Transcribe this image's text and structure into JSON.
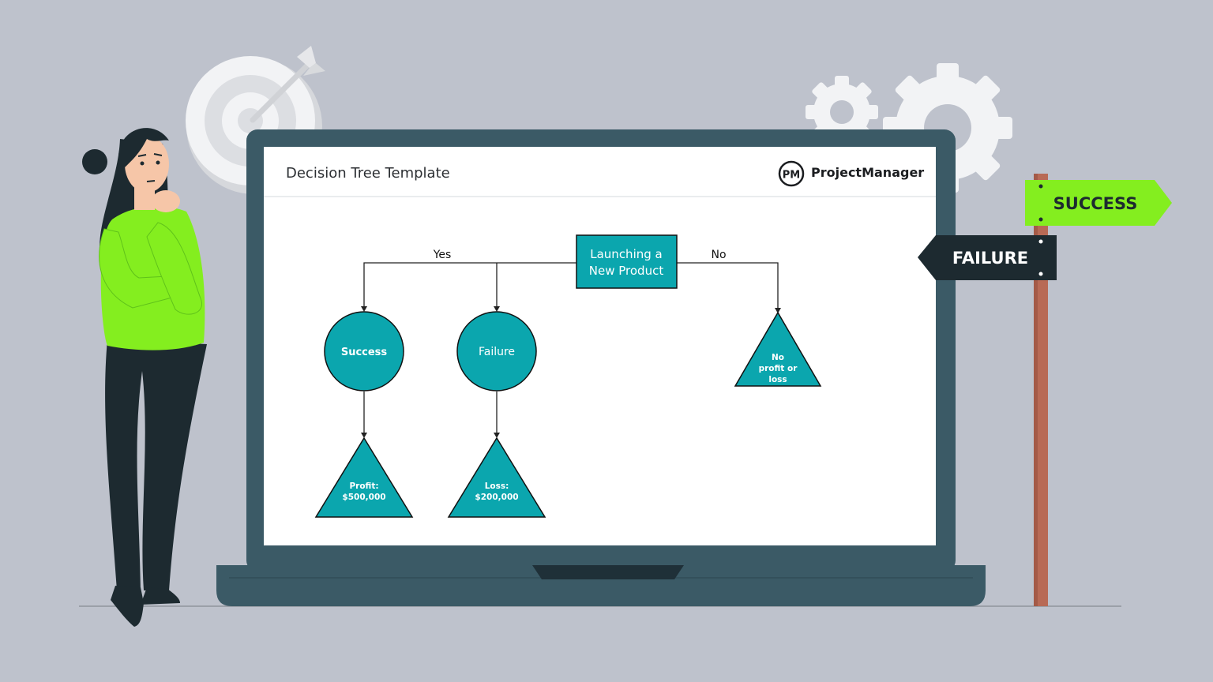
{
  "header": {
    "title": "Decision Tree Template",
    "brand_badge": "PM",
    "brand_name": "ProjectManager"
  },
  "tree": {
    "root": {
      "label_line1": "Launching a",
      "label_line2": "New Product"
    },
    "edge_yes": "Yes",
    "edge_no": "No",
    "success_node": "Success",
    "failure_node": "Failure",
    "no_change_node": {
      "line1": "No",
      "line2": "profit or",
      "line3": "loss"
    },
    "profit_node": {
      "line1": "Profit:",
      "line2": "$500,000"
    },
    "loss_node": {
      "line1": "Loss:",
      "line2": "$200,000"
    }
  },
  "signpost": {
    "success": "SUCCESS",
    "failure": "FAILURE"
  },
  "colors": {
    "background": "#bec2cc",
    "laptop": "#3b5a66",
    "node_fill": "#0ba6ae",
    "accent_green": "#84ee1f",
    "sign_dark": "#1d2a30",
    "post": "#b86a55"
  },
  "icons": [
    "target-icon",
    "arrow-icon",
    "gear-icon"
  ]
}
